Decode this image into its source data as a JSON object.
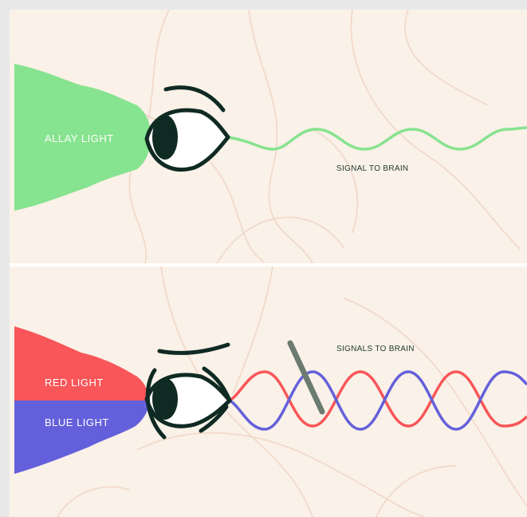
{
  "top_panel": {
    "input_label": "ALLAY LIGHT",
    "output_label": "SIGNAL TO BRAIN"
  },
  "bottom_panel": {
    "input_label_red": "RED LIGHT",
    "input_label_blue": "BLUE LIGHT",
    "output_label": "SIGNALS TO BRAIN"
  },
  "colors": {
    "background": "#faf1e8",
    "green_light": "#86e38f",
    "red_light": "#f85658",
    "blue_light": "#6460db",
    "eye_outline": "#0f2a22",
    "pupil": "#0f2a22"
  }
}
